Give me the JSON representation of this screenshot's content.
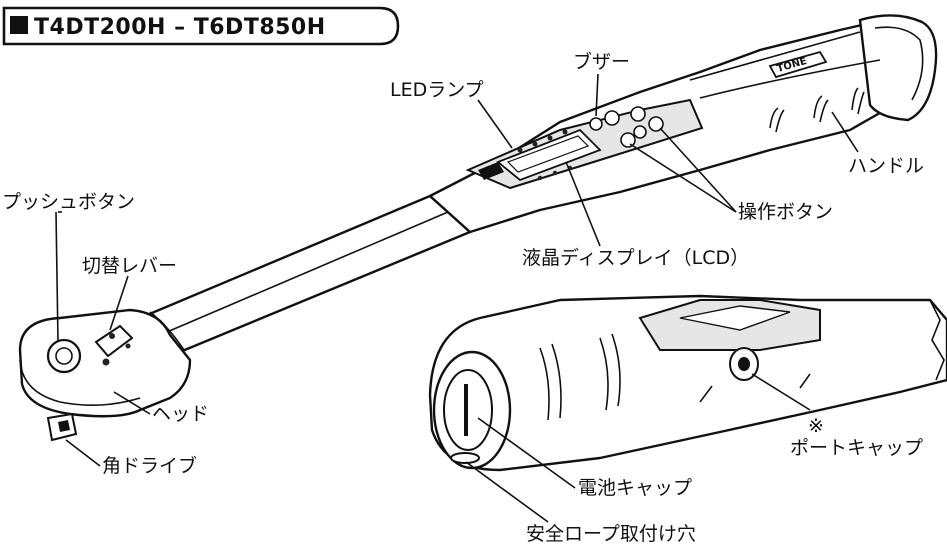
{
  "title": "T4DT200H – T6DT850H",
  "logo_text": "TONE",
  "labels": {
    "led_lamp": "LEDランプ",
    "buzzer": "ブザー",
    "handle": "ハンドル",
    "push_button": "プッシュボタン",
    "switch_lever": "切替レバー",
    "operation_buttons": "操作ボタン",
    "lcd_display": "液晶ディスプレイ（LCD）",
    "head": "ヘッド",
    "square_drive": "角ドライブ",
    "port_cap_mark": "※",
    "port_cap": "ポートキャップ",
    "battery_cap": "電池キャップ",
    "safety_rope_hole": "安全ロープ取付け穴"
  }
}
